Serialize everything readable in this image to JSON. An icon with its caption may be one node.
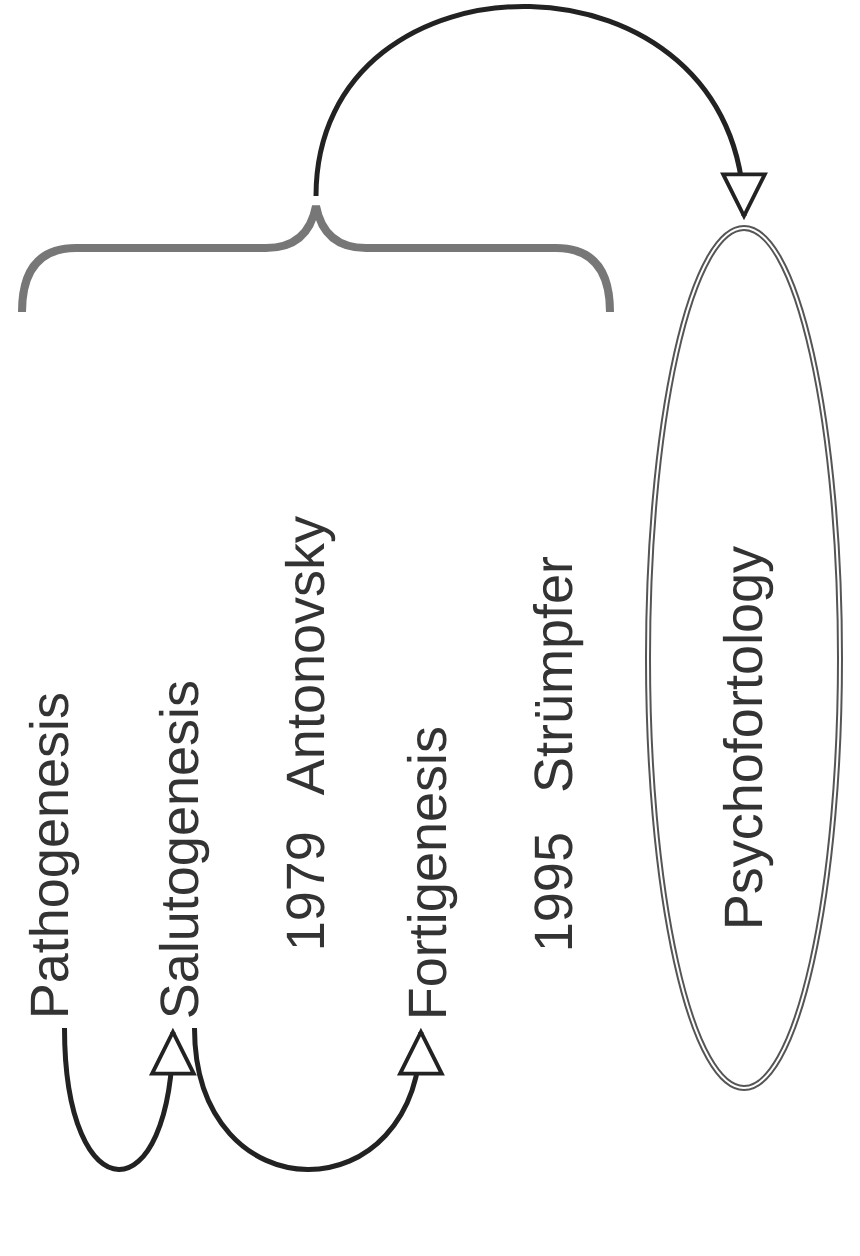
{
  "diagram": {
    "nodes": [
      {
        "text": [
          "Pathogenesis"
        ]
      },
      {
        "text": [
          "Salutogenesis"
        ]
      },
      {
        "text": [
          "1979 Antonovsky"
        ]
      },
      {
        "text": [
          "Fortigenesis"
        ]
      },
      {
        "text": [
          "1995 Strümpfer"
        ]
      },
      {
        "text": [
          "Psychofortology"
        ]
      },
      {
        "text": [],
        "shape": "brace"
      }
    ],
    "edges": [
      {
        "from": 0,
        "to": 1,
        "arrow": "to"
      },
      {
        "from": 1,
        "to": 3,
        "arrow": "to"
      },
      {
        "from": 6,
        "to": 5,
        "arrow": "to"
      }
    ]
  }
}
